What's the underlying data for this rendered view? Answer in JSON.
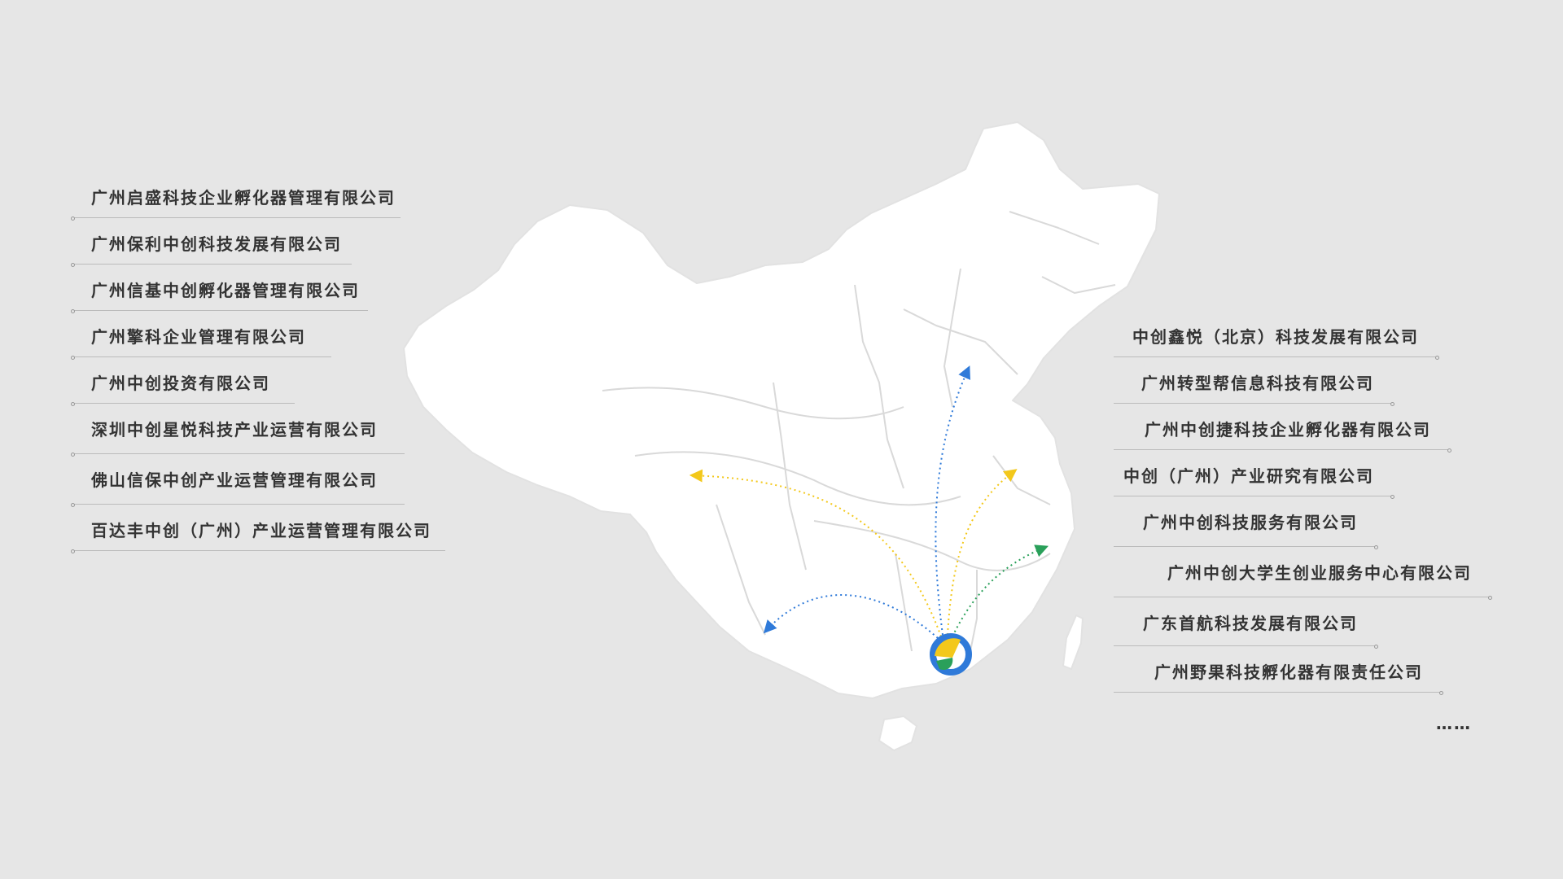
{
  "left_companies": [
    "广州启盛科技企业孵化器管理有限公司",
    "广州保利中创科技发展有限公司",
    "广州信基中创孵化器管理有限公司",
    "广州擎科企业管理有限公司",
    "广州中创投资有限公司",
    "深圳中创星悦科技产业运营有限公司",
    "佛山信保中创产业运营管理有限公司",
    "百达丰中创（广州）产业运营管理有限公司"
  ],
  "right_companies": [
    "中创鑫悦（北京）科技发展有限公司",
    "广州转型帮信息科技有限公司",
    "广州中创捷科技企业孵化器有限公司",
    "中创（广州）产业研究有限公司",
    "广州中创科技服务有限公司",
    "广州中创大学生创业服务中心有限公司",
    "广东首航科技发展有限公司",
    "广州野果科技孵化器有限责任公司"
  ],
  "more_text": "……",
  "map": {
    "country": "China",
    "hub": "Guangzhou",
    "arrows": [
      {
        "direction": "Beijing",
        "color": "#2f7ad9"
      },
      {
        "direction": "Tibet",
        "color": "#f3c81b"
      },
      {
        "direction": "East China",
        "color": "#f3c81b"
      },
      {
        "direction": "Yunnan",
        "color": "#2f7ad9"
      },
      {
        "direction": "Fujian",
        "color": "#2aa05a"
      }
    ]
  },
  "colors": {
    "background": "#e6e6e6",
    "land": "#ffffff",
    "border": "#d9d9d9",
    "text": "#333333",
    "blue": "#2f7ad9",
    "yellow": "#f3c81b",
    "green": "#2aa05a"
  },
  "icons": [
    "hub-logo-icon"
  ]
}
